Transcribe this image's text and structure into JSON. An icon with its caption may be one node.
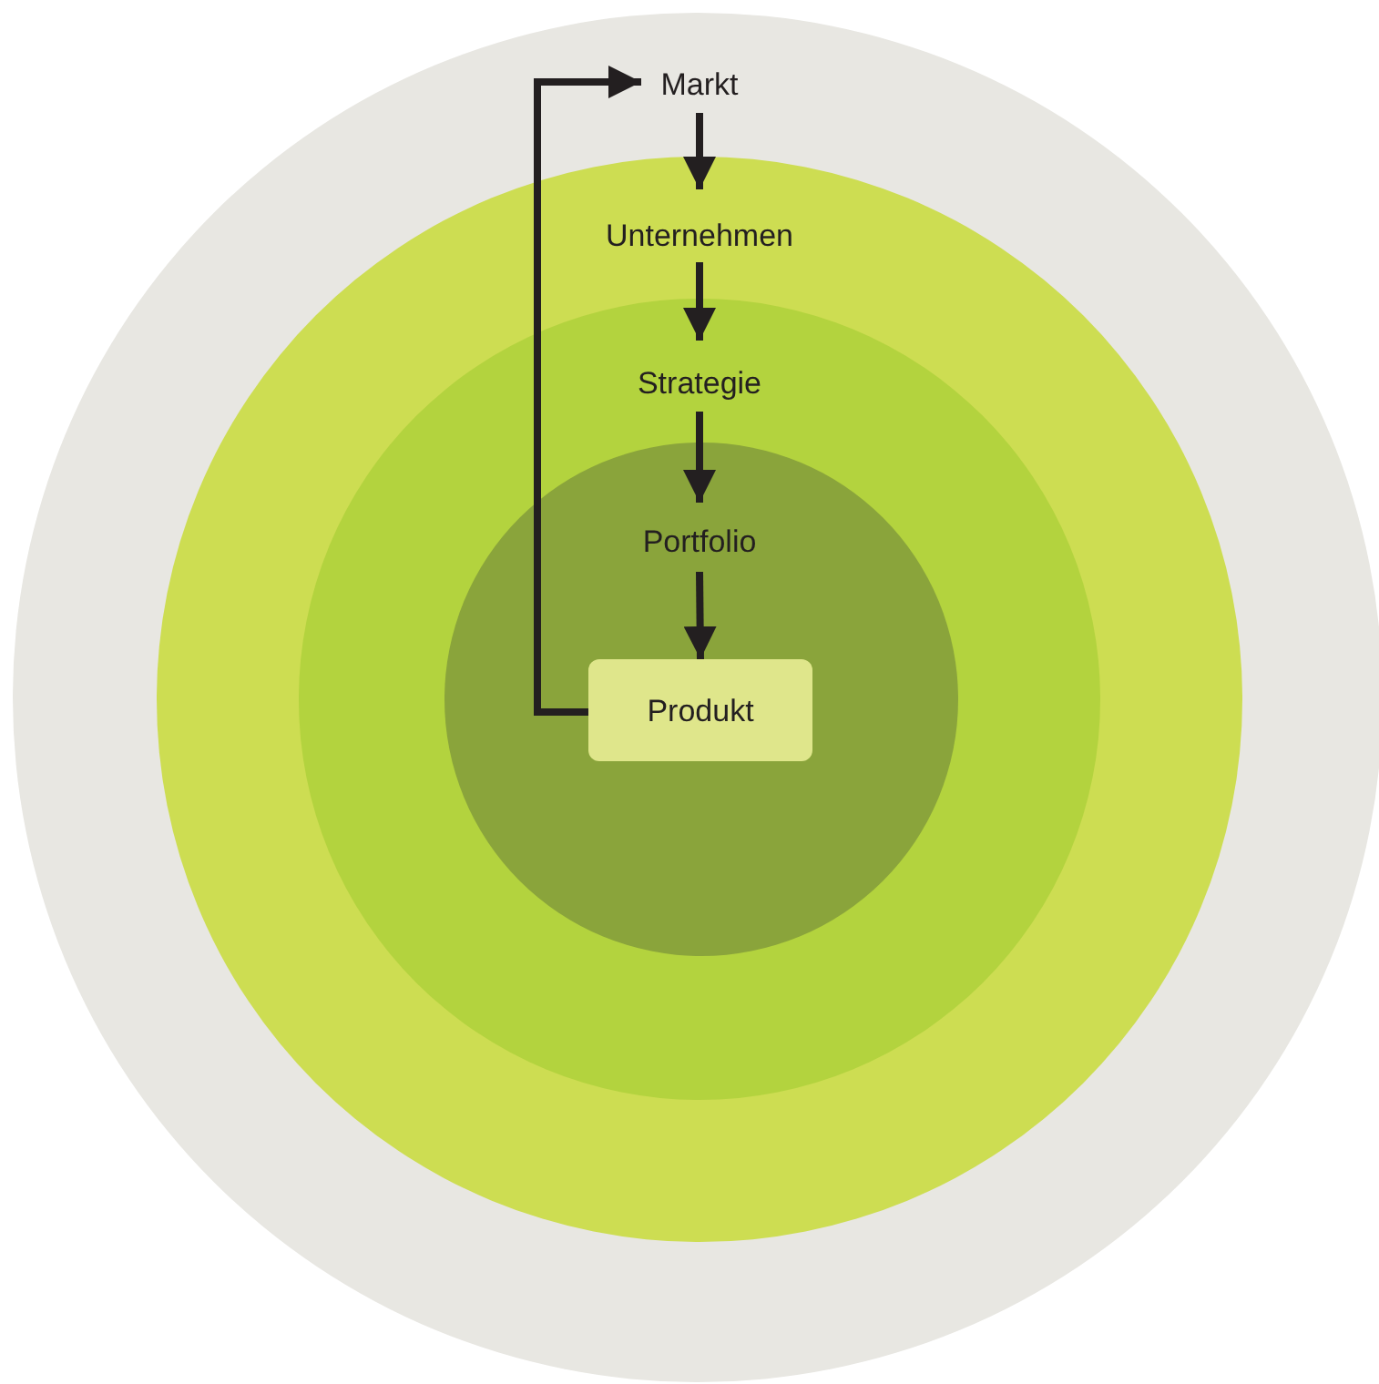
{
  "diagram": {
    "nodes": [
      {
        "text": [
          "Markt"
        ]
      },
      {
        "text": [
          "Unternehmen"
        ]
      },
      {
        "text": [
          "Strategie"
        ]
      },
      {
        "text": [
          "Portfolio"
        ]
      },
      {
        "text": [
          "Produkt"
        ]
      }
    ],
    "edges": [
      {
        "from": 0,
        "to": 1,
        "arrow": "to"
      },
      {
        "from": 1,
        "to": 2,
        "arrow": "to"
      },
      {
        "from": 2,
        "to": 3,
        "arrow": "to"
      },
      {
        "from": 3,
        "to": 4,
        "arrow": "to"
      },
      {
        "from": 4,
        "to": 0,
        "arrow": "to"
      }
    ]
  }
}
